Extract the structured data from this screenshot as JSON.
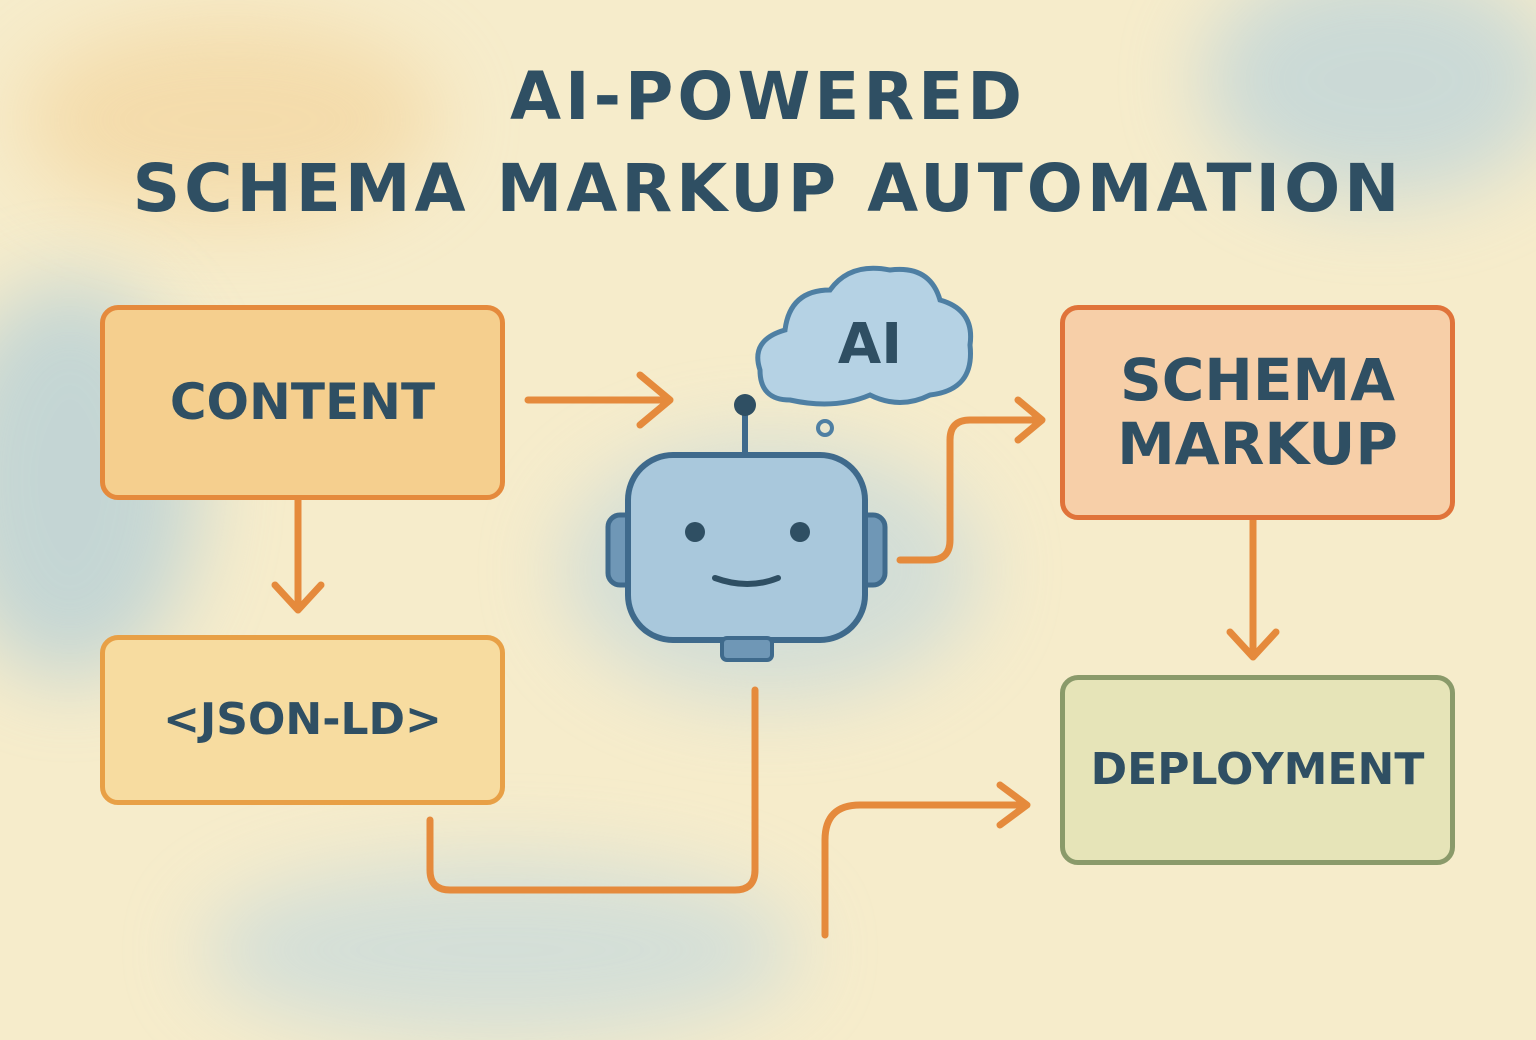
{
  "title": {
    "line1": "AI-POWERED",
    "line2": "SCHEMA MARKUP AUTOMATION"
  },
  "nodes": {
    "content": "CONTENT",
    "jsonld": "<JSON-LD>",
    "ai_cloud": "AI",
    "schema": "SCHEMA\nMARKUP",
    "deployment": "DEPLOYMENT"
  },
  "colors": {
    "orange": "#e58a3c",
    "text": "#2f4f63",
    "blue": "#4e7fa3",
    "green": "#8a9a6a"
  }
}
